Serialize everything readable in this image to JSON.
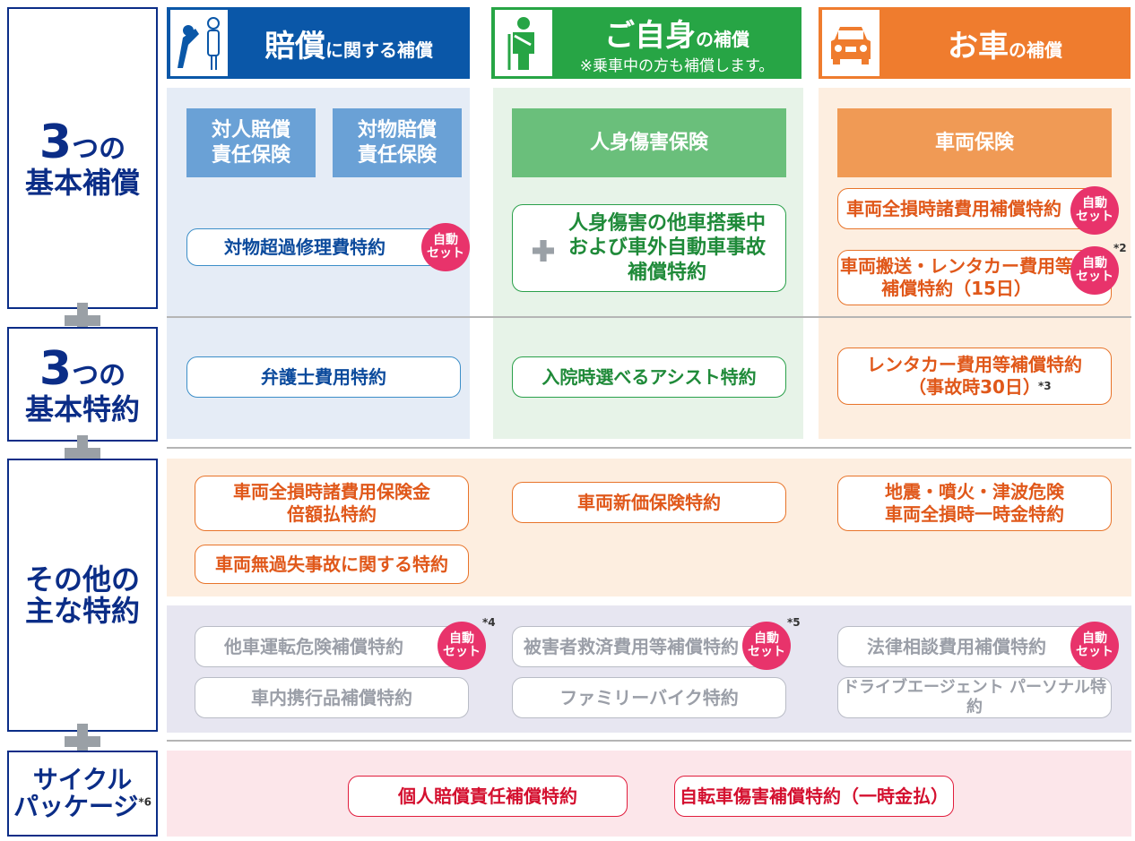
{
  "headers": {
    "liability": {
      "main": "賠償",
      "suffix": "に関する補償"
    },
    "self": {
      "main": "ご自身",
      "suffix": "の補償",
      "note": "※乗車中の方も補償します。"
    },
    "car": {
      "main": "お車",
      "suffix": "の補償"
    }
  },
  "left": {
    "basic_coverage": {
      "num": "3",
      "tsu": "つの",
      "line2": "基本補償"
    },
    "basic_riders": {
      "num": "3",
      "tsu": "つの",
      "line2": "基本特約"
    },
    "other_riders": {
      "line1": "その他の",
      "line2": "主な特約"
    },
    "cycle": {
      "line1": "サイクル",
      "line2": "パッケージ",
      "note": "*6"
    }
  },
  "basic": {
    "bodily_liability": "対人賠償\n責任保険",
    "property_liability": "対物賠償\n責任保険",
    "personal_injury": "人身傷害保険",
    "vehicle": "車両保険",
    "excess_repair": "対物超過修理費特約",
    "personal_injury_rider": "人身傷害の他車搭乗中\nおよび車外自動車事故\n補償特約",
    "total_loss_expense": "車両全損時諸費用補償特約",
    "transport_rental": "車両搬送・レンタカー費用等\n補償特約（15日）",
    "auto_set": "自動\nセット",
    "note2": "*2"
  },
  "riders": {
    "lawyer": "弁護士費用特約",
    "assist": "入院時選べるアシスト特約",
    "rental": "レンタカー費用等補償特約\n（事故時30日）",
    "note3": "*3"
  },
  "others": {
    "double_pay": "車両全損時諸費用保険金\n倍額払特約",
    "new_value": "車両新価保険特約",
    "earthquake": "地震・噴火・津波危険\n車両全損時一時金特約",
    "no_fault": "車両無過失事故に関する特約",
    "other_car": "他車運転危険補償特約",
    "victim_relief": "被害者救済費用等補償特約",
    "legal_consult": "法律相談費用補償特約",
    "belongings": "車内携行品補償特約",
    "family_bike": "ファミリーバイク特約",
    "drive_agent": "ドライブエージェント パーソナル特約",
    "note4": "*4",
    "note5": "*5"
  },
  "cycle": {
    "personal_liability": "個人賠償責任補償特約",
    "bicycle_injury": "自転車傷害補償特約（一時金払）"
  },
  "colors": {
    "navy": "#0b2d87",
    "blue_header": "#0a57a8",
    "green_header": "#27a545",
    "orange_header": "#ef7c2e",
    "auto_badge": "#e8336b"
  }
}
